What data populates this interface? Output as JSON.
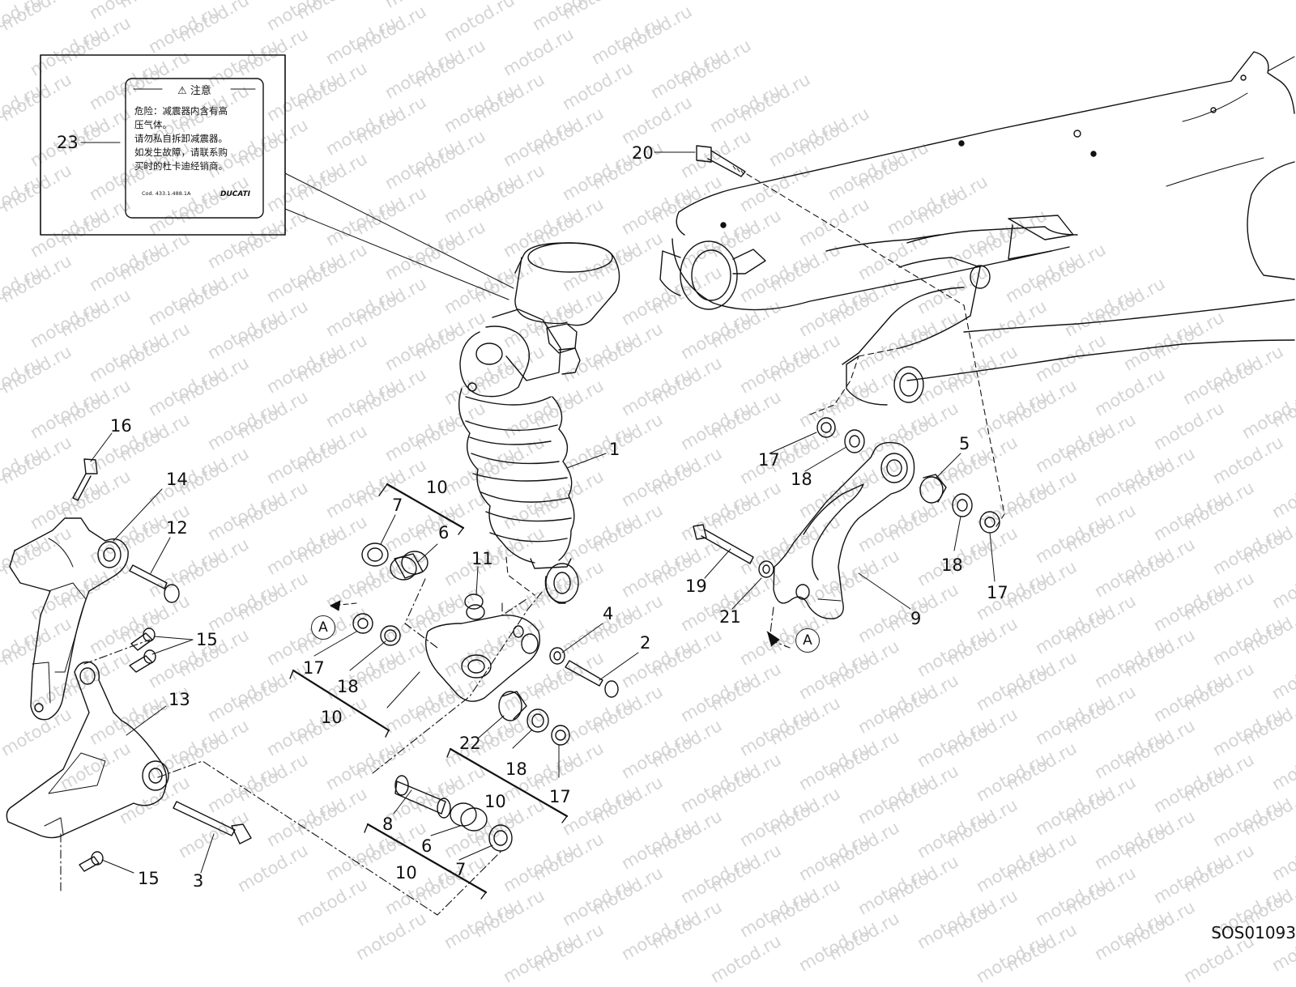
{
  "watermark": "motod.ru",
  "diagram_code": "SOS01093",
  "label": {
    "title": "⚠ 注意",
    "lines": [
      "危险：减震器内含有高",
      "压气体。",
      "请勿私自拆卸减震器。",
      "如发生故障，请联系购",
      "买时的杜卡迪经销商。"
    ],
    "code": "Cod. 433.1.488.1A",
    "brand": "DUCATI"
  },
  "reference_mark": "A",
  "callouts": [
    {
      "id": "c23",
      "text": "23"
    },
    {
      "id": "c20",
      "text": "20"
    },
    {
      "id": "c1",
      "text": "1"
    },
    {
      "id": "c16",
      "text": "16"
    },
    {
      "id": "c14",
      "text": "14"
    },
    {
      "id": "c12",
      "text": "12"
    },
    {
      "id": "c15a",
      "text": "15"
    },
    {
      "id": "c13",
      "text": "13"
    },
    {
      "id": "c15b",
      "text": "15"
    },
    {
      "id": "c3",
      "text": "3"
    },
    {
      "id": "c10a",
      "text": "10"
    },
    {
      "id": "c7a",
      "text": "7"
    },
    {
      "id": "c6a",
      "text": "6"
    },
    {
      "id": "c11",
      "text": "11"
    },
    {
      "id": "c4",
      "text": "4"
    },
    {
      "id": "c2",
      "text": "2"
    },
    {
      "id": "c17a",
      "text": "17"
    },
    {
      "id": "c18a",
      "text": "18"
    },
    {
      "id": "c10b",
      "text": "10"
    },
    {
      "id": "c22",
      "text": "22"
    },
    {
      "id": "c18b",
      "text": "18"
    },
    {
      "id": "c17b",
      "text": "17"
    },
    {
      "id": "c10c",
      "text": "10"
    },
    {
      "id": "c8",
      "text": "8"
    },
    {
      "id": "c6b",
      "text": "6"
    },
    {
      "id": "c7b",
      "text": "7"
    },
    {
      "id": "c10d",
      "text": "10"
    },
    {
      "id": "c17c",
      "text": "17"
    },
    {
      "id": "c18c",
      "text": "18"
    },
    {
      "id": "c5",
      "text": "5"
    },
    {
      "id": "c18d",
      "text": "18"
    },
    {
      "id": "c17d",
      "text": "17"
    },
    {
      "id": "c19",
      "text": "19"
    },
    {
      "id": "c21",
      "text": "21"
    },
    {
      "id": "c9",
      "text": "9"
    }
  ]
}
